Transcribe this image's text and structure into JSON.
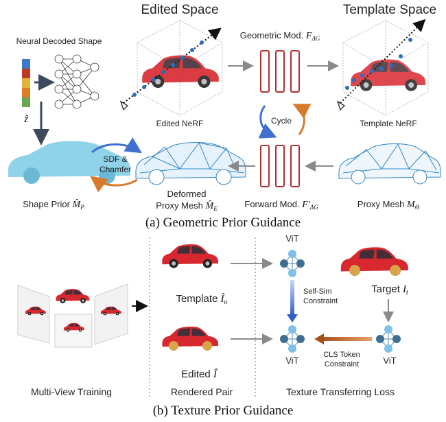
{
  "part_a": {
    "edited_space": "Edited Space",
    "template_space": "Template Space",
    "neural_decoded_shape": "Neural Decoded Shape",
    "latent": "ẑ",
    "geometric_mod": "Geometric Mod.",
    "geometric_mod_sym": "F",
    "geometric_mod_sub": "ΔG",
    "edited_nerf": "Edited NeRF",
    "template_nerf": "Template NeRF",
    "cycle": "Cycle",
    "sdf_line1": "SDF &",
    "sdf_line2": "Chamfer",
    "shape_prior": "Shape Prior",
    "shape_prior_sym": "M̂",
    "shape_prior_sub": "P",
    "deformed_line1": "Deformed",
    "deformed_line2": "Proxy Mesh",
    "deformed_sym": "M̂",
    "deformed_sub": "E",
    "forward_mod": "Forward Mod.",
    "forward_mod_sym": "F′",
    "forward_mod_sub": "ΔG",
    "proxy_mesh": "Proxy Mesh",
    "proxy_mesh_sym": "M",
    "proxy_mesh_sub": "Θ",
    "caption": "(a) Geometric Prior Guidance"
  },
  "part_b": {
    "vit": "ViT",
    "template": "Template",
    "template_sym": "Î",
    "template_sub": "o",
    "edited": "Edited",
    "edited_sym": "Î",
    "self_sim_line1": "Self-Sim",
    "self_sim_line2": "Constraint",
    "target": "Target",
    "target_sym": "I",
    "target_sub": "t",
    "cls_line1": "CLS Token",
    "cls_line2": "Constraint",
    "multi_view": "Multi-View Training",
    "rendered_pair": "Rendered Pair",
    "texture_loss": "Texture Transferring Loss",
    "caption": "(b) Texture Prior Guidance"
  },
  "colors": {
    "car_red": "#d8282f",
    "mesh_blue": "#2f86c8",
    "shape_blue": "#8fd3ea",
    "module_red": "#b03030",
    "arrow_gray": "#8a8a8a",
    "arrow_dark": "#3d4a5c",
    "arrow_blue": "#3f70d0",
    "arrow_orange": "#d77a2a",
    "arrow_brown": "#a8501c",
    "vit_node": "#3e6f93",
    "vit_node_light": "#7fc0e8",
    "latent_bar": [
      "#3f7ac9",
      "#c0392b",
      "#e2b23a",
      "#e07b28",
      "#6aa84f"
    ]
  }
}
